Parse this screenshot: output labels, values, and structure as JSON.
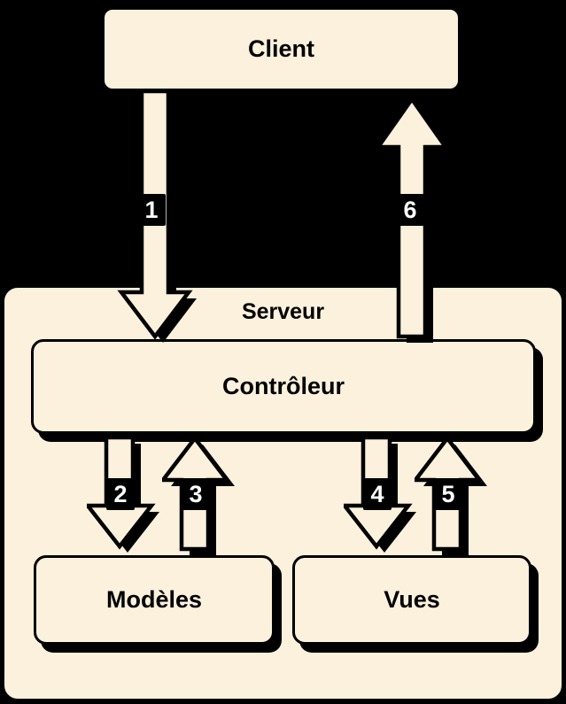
{
  "title": "MVC client-server diagram",
  "colors": {
    "background": "#000000",
    "node_fill": "#FBF1DC",
    "node_border": "#000000",
    "node_text": "#000000",
    "arrow_fill": "#FBF1DC",
    "arrow_outline": "#000000",
    "arrow_label_text": "#FFFFFF",
    "arrow_label_bg": "#000000"
  },
  "nodes": {
    "client": {
      "label": "Client"
    },
    "serveur": {
      "label": "Serveur"
    },
    "controleur": {
      "label": "Contrôleur"
    },
    "modeles": {
      "label": "Modèles"
    },
    "vues": {
      "label": "Vues"
    }
  },
  "arrows": [
    {
      "label": "1",
      "from": "Client",
      "to": "Contrôleur",
      "direction": "down"
    },
    {
      "label": "2",
      "from": "Contrôleur",
      "to": "Modèles",
      "direction": "down"
    },
    {
      "label": "3",
      "from": "Modèles",
      "to": "Contrôleur",
      "direction": "up"
    },
    {
      "label": "4",
      "from": "Contrôleur",
      "to": "Vues",
      "direction": "down"
    },
    {
      "label": "5",
      "from": "Vues",
      "to": "Contrôleur",
      "direction": "up"
    },
    {
      "label": "6",
      "from": "Contrôleur",
      "to": "Client",
      "direction": "up"
    }
  ]
}
